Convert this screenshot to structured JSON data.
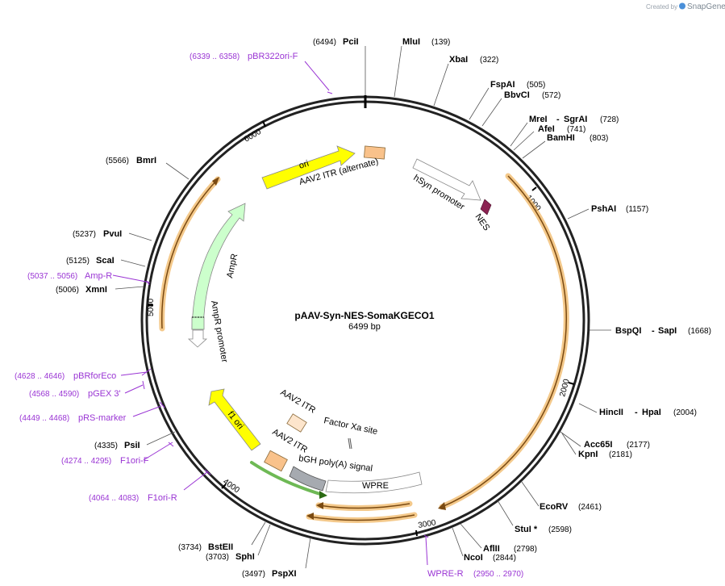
{
  "credit": {
    "prefix": "Created by",
    "brand": "SnapGene"
  },
  "plasmid": {
    "name": "pAAV-Syn-NES-SomaKGECO1",
    "length": "6499 bp"
  },
  "ticks": [
    "1000",
    "2000",
    "3000",
    "4000",
    "5000",
    "6000"
  ],
  "enzymes": [
    {
      "name": "PciI",
      "pos": "(6494)"
    },
    {
      "name": "MluI",
      "pos": "(139)"
    },
    {
      "name": "XbaI",
      "pos": "(322)"
    },
    {
      "name": "FspAI",
      "pos": "(505)"
    },
    {
      "name": "BbvCI",
      "pos": "(572)"
    },
    {
      "name": "MreI",
      "name2": "SgrAI",
      "pos": "(728)"
    },
    {
      "name": "AfeI",
      "pos": "(741)"
    },
    {
      "name": "BamHI",
      "pos": "(803)"
    },
    {
      "name": "PshAI",
      "pos": "(1157)"
    },
    {
      "name": "BspQI",
      "name2": "SapI",
      "pos": "(1668)"
    },
    {
      "name": "HincII",
      "name2": "HpaI",
      "pos": "(2004)"
    },
    {
      "name": "Acc65I",
      "pos": "(2177)"
    },
    {
      "name": "KpnI",
      "pos": "(2181)"
    },
    {
      "name": "EcoRV",
      "pos": "(2461)"
    },
    {
      "name": "StuI *",
      "pos": "(2598)"
    },
    {
      "name": "AflII",
      "pos": "(2798)"
    },
    {
      "name": "NcoI",
      "pos": "(2844)"
    },
    {
      "name": "PspXI",
      "pos": "(3497)"
    },
    {
      "name": "SphI",
      "pos": "(3703)"
    },
    {
      "name": "BstEII",
      "pos": "(3734)"
    },
    {
      "name": "PsiI",
      "pos": "(4335)"
    },
    {
      "name": "XmnI",
      "pos": "(5006)"
    },
    {
      "name": "ScaI",
      "pos": "(5125)"
    },
    {
      "name": "PvuI",
      "pos": "(5237)"
    },
    {
      "name": "BmrI",
      "pos": "(5566)"
    }
  ],
  "primers": [
    {
      "name": "pBR322ori-F",
      "range": "(6339 .. 6358)"
    },
    {
      "name": "Amp-R",
      "range": "(5037 .. 5056)"
    },
    {
      "name": "pBRforEco",
      "range": "(4628 .. 4646)"
    },
    {
      "name": "pGEX 3'",
      "range": "(4568 .. 4590)"
    },
    {
      "name": "pRS-marker",
      "range": "(4449 .. 4468)"
    },
    {
      "name": "F1ori-F",
      "range": "(4274 .. 4295)"
    },
    {
      "name": "F1ori-R",
      "range": "(4064 .. 4083)"
    },
    {
      "name": "WPRE-R",
      "range": "(2950 .. 2970)"
    }
  ],
  "features": {
    "ori": "ori",
    "itr_alt": "AAV2 ITR (alternate)",
    "hsyn": "hSyn promoter",
    "nes": "NES",
    "ampr": "AmpR",
    "ampr_promoter": "AmpR promoter",
    "itr1": "AAV2 ITR",
    "factor_xa": "Factor Xa site",
    "f1ori": "f1 ori",
    "itr2": "AAV2 ITR",
    "bgh": "bGH poly(A) signal",
    "wpre": "WPRE"
  },
  "colors": {
    "ori": "#ffff00",
    "itr": "#f9c28b",
    "ampr": "#ccffcc",
    "orange": "#f0b25a",
    "primer": "#9a35d4",
    "green": "#4aa82a",
    "bgh": "#a6aab0",
    "nes": "#8b2252"
  }
}
